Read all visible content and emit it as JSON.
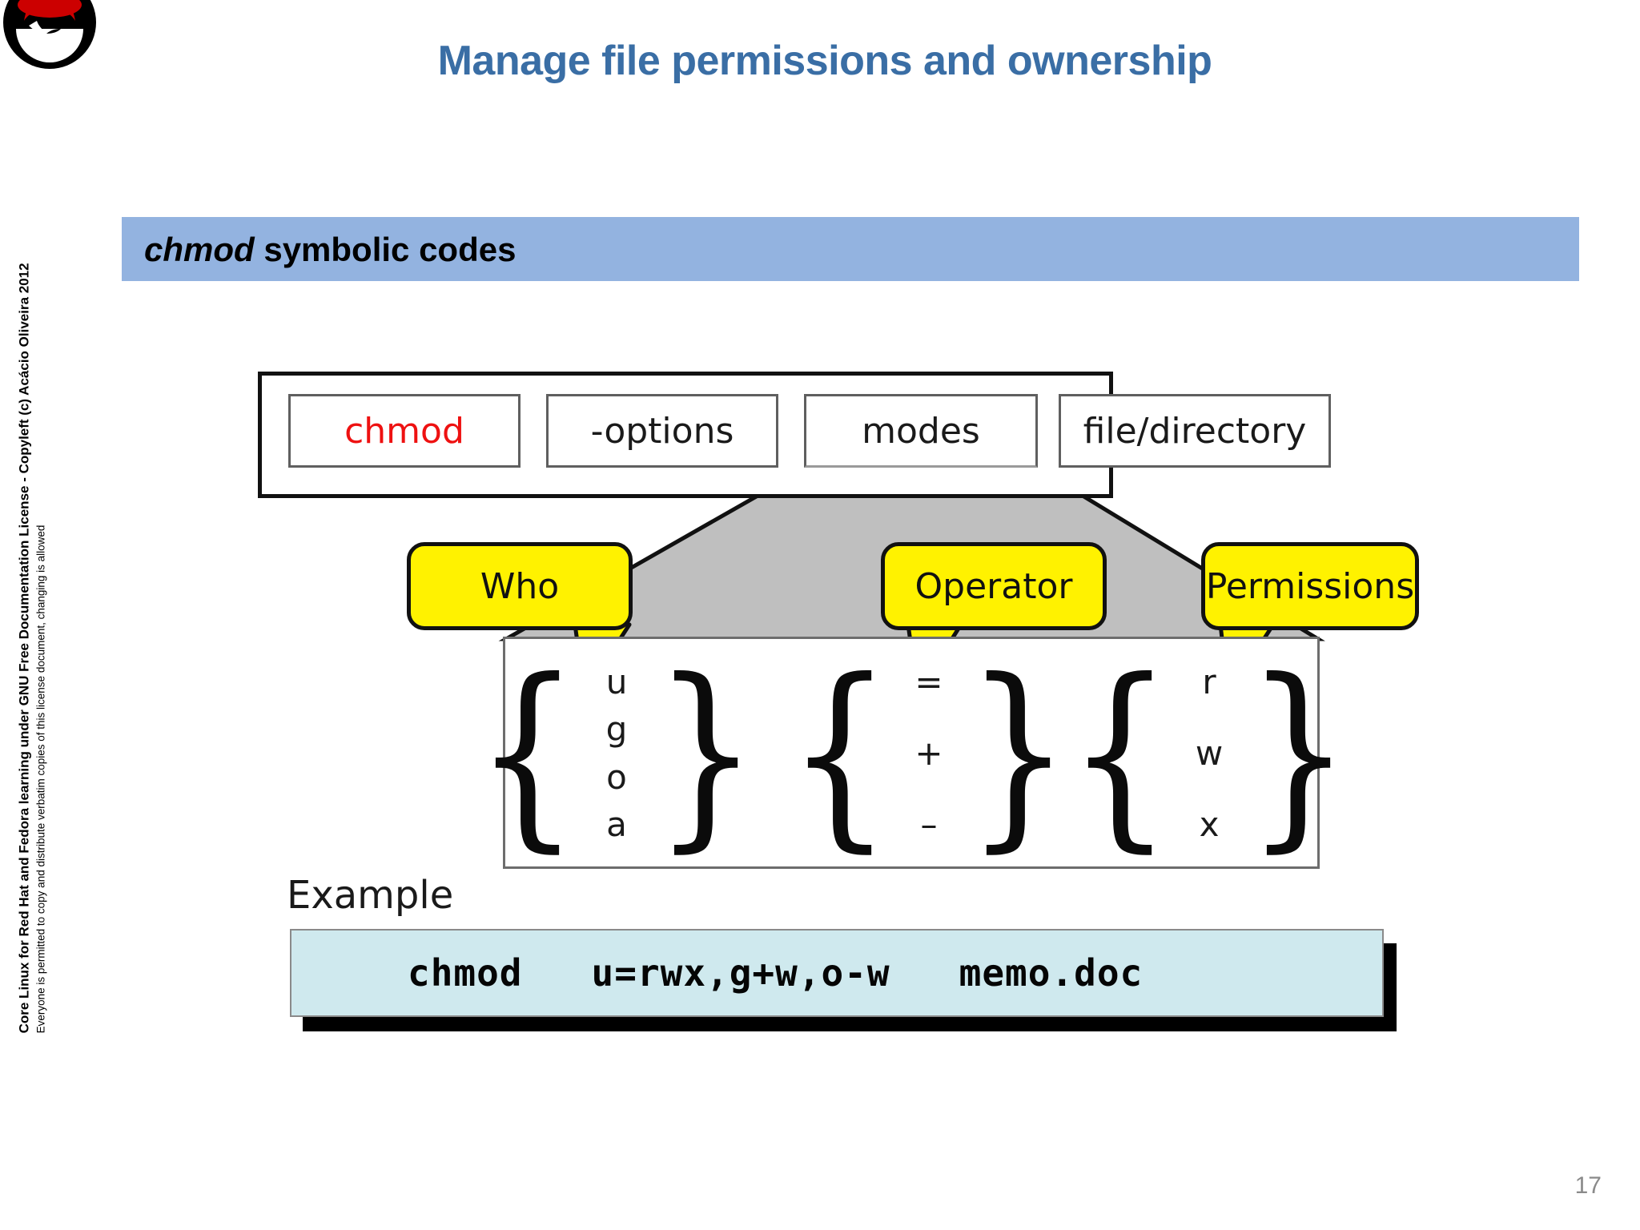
{
  "slide": {
    "title": "Manage file permissions and ownership",
    "page_number": "17",
    "title_color": "#3a6ea5"
  },
  "logo": {
    "name": "red-hat-shadowman-logo",
    "hat_color": "#cc0000",
    "face_color": "#000000"
  },
  "banner": {
    "emphasis": "chmod",
    "rest": " symbolic codes",
    "background_color": "#93b3e0"
  },
  "sidebar": {
    "line1": "Core Linux for Red Hat and Fedora learning under GNU Free Documentation License  -  Copyleft (c) Acácio Oliveira 2012",
    "line2": "Everyone is permitted to copy and distribute verbatim copies of this license document, changing is allowed"
  },
  "syntax": {
    "boxes": [
      {
        "label": "chmod",
        "color": "#ee1111"
      },
      {
        "label": "-options",
        "color": "#1a1a1a"
      },
      {
        "label": "modes",
        "color": "#1a1a1a"
      },
      {
        "label": "file/directory",
        "color": "#1a1a1a"
      }
    ],
    "funnel_color": "#bfbfbf"
  },
  "callouts": [
    {
      "label": "Who"
    },
    {
      "label": "Operator"
    },
    {
      "label": "Permissions"
    }
  ],
  "modes": {
    "who": [
      "u",
      "g",
      "o",
      "a"
    ],
    "operator": [
      "=",
      "+",
      "–"
    ],
    "permissions": [
      "r",
      "w",
      "x"
    ],
    "brace_open": "{",
    "brace_close": "}"
  },
  "example": {
    "label": "Example",
    "command": "chmod   u=rwx,g+w,o-w   memo.doc",
    "box_color": "#cfe9ee"
  }
}
